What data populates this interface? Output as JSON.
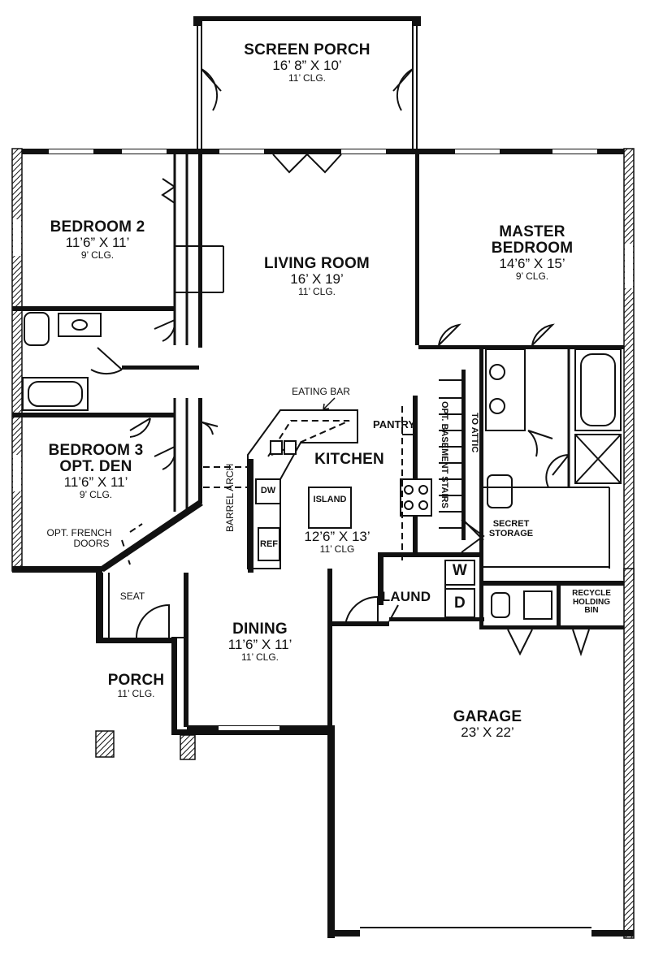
{
  "rooms": {
    "screen_porch": {
      "name": "SCREEN PORCH",
      "dim": "16’ 8” X 10’",
      "clg": "11’ CLG."
    },
    "bedroom2": {
      "name": "BEDROOM 2",
      "dim": "11’6” X 11’",
      "clg": "9’ CLG."
    },
    "living": {
      "name": "LIVING ROOM",
      "dim": "16’ X 19’",
      "clg": "11’ CLG."
    },
    "master": {
      "name1": "MASTER",
      "name2": "BEDROOM",
      "dim": "14’6” X 15’",
      "clg": "9’ CLG."
    },
    "bedroom3": {
      "name1": "BEDROOM 3",
      "name2": "OPT. DEN",
      "dim": "11’6” X 11’",
      "clg": "9’ CLG."
    },
    "kitchen": {
      "name": "KITCHEN",
      "dim": "12’6” X 13’",
      "clg": "11’ CLG"
    },
    "dining": {
      "name": "DINING",
      "dim": "11’6” X 11’",
      "clg": "11’ CLG."
    },
    "porch": {
      "name": "PORCH",
      "clg": "11’ CLG."
    },
    "garage": {
      "name": "GARAGE",
      "dim": "23’ X 22’"
    },
    "laund": {
      "name": "LAUND"
    }
  },
  "labels": {
    "eating_bar": "EATING BAR",
    "pantry": "PANTRY",
    "island": "ISLAND",
    "dw": "DW",
    "ref": "REF",
    "washer": "W",
    "dryer": "D",
    "barrel_arch": "BARREL ARCH",
    "to_attic": "TO ATTIC",
    "basement_stairs": "OPT. BASEMENT STAIRS",
    "secret_storage1": "SECRET",
    "secret_storage2": "STORAGE",
    "recycle1": "RECYCLE",
    "recycle2": "HOLDING",
    "recycle3": "BIN",
    "french_doors1": "OPT. FRENCH",
    "french_doors2": "DOORS",
    "seat": "SEAT"
  }
}
